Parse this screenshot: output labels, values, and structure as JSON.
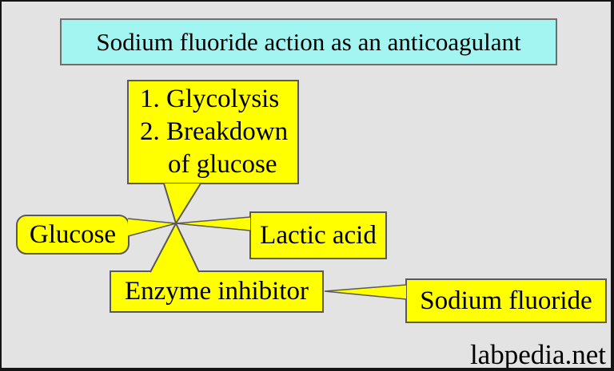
{
  "header": {
    "title": "Sodium fluoride action as an anticoagulant"
  },
  "diagram": {
    "callouts": {
      "process": {
        "lines": [
          "1. Glycolysis",
          "2. Breakdown",
          "of glucose"
        ]
      },
      "glucose": {
        "label": "Glucose"
      },
      "lactic_acid": {
        "label": "Lactic acid"
      },
      "enzyme_inhibitor": {
        "label": "Enzyme inhibitor"
      },
      "sodium_fluoride": {
        "label": "Sodium fluoride"
      }
    },
    "colors": {
      "background": "#e3e3e3",
      "frame": "#141414",
      "title_fill": "#a3f5f1",
      "callout_fill": "#ffff00",
      "callout_border": "#595959",
      "text": "#000000"
    }
  },
  "footer": {
    "watermark": "labpedia.net"
  }
}
